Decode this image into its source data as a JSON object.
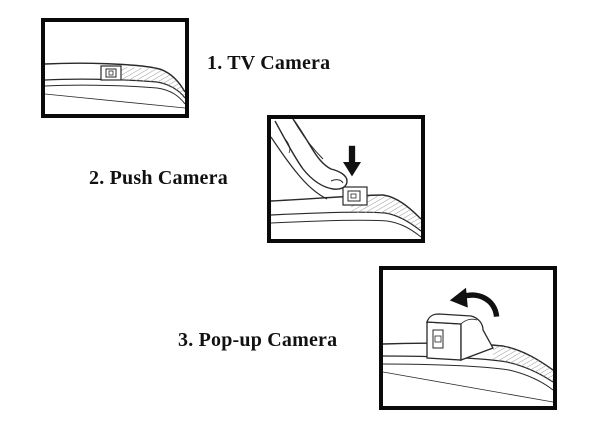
{
  "steps": [
    {
      "label": "1. TV Camera"
    },
    {
      "label": "2. Push Camera"
    },
    {
      "label": "3. Pop-up Camera"
    }
  ],
  "icons": {
    "step1": "tv-camera-illustration",
    "step2": "hand-pushing-camera-illustration",
    "step2_arrow": "down-arrow-icon",
    "step3": "popup-camera-illustration",
    "step3_arrow": "curved-arrow-icon"
  },
  "colors": {
    "frame": "#0a0a0a",
    "line_art": "#2a2a2a",
    "hatching": "#9a9a9a"
  }
}
